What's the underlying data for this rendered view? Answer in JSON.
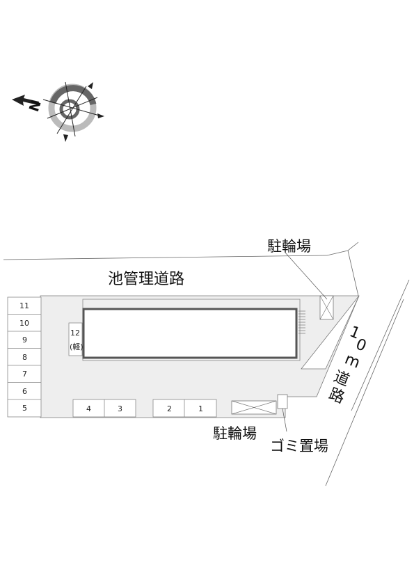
{
  "labels": {
    "pond_road": "池管理道路",
    "bicycle_parking_top": "駐輪場",
    "bicycle_parking_bottom": "駐輪場",
    "garbage_area": "ゴミ置場",
    "road_width_1": "1",
    "road_width_0": "0",
    "road_unit": "m",
    "road_char_1": "道",
    "road_char_2": "路",
    "compass_letter": "N"
  },
  "parking": {
    "left_column": [
      "11",
      "10",
      "9",
      "8",
      "7",
      "6",
      "5"
    ],
    "bottom_row": [
      "4",
      "3",
      "2",
      "1"
    ],
    "kei_number": "12",
    "kei_note": "(軽)"
  },
  "colors": {
    "lot_fill": "#eeeeee",
    "line": "#555555",
    "building_border": "#555555",
    "compass_dark": "#666666",
    "compass_light": "#bbbbbb"
  }
}
